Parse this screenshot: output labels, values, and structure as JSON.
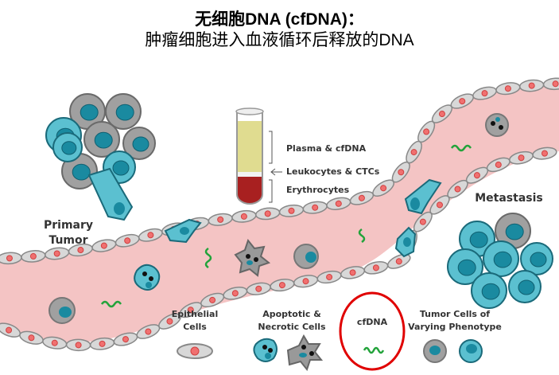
{
  "title": {
    "line1": "无细胞DNA (cfDNA)：",
    "line2": "肿瘤细胞进入血液循环后释放的DNA"
  },
  "labels": {
    "primary_tumor": [
      "Primary",
      "Tumor"
    ],
    "metastasis": "Metastasis",
    "tube": {
      "plasma": "Plasma & cfDNA",
      "leukocytes": "Leukocytes & CTCs",
      "erythrocytes": "Erythrocytes"
    }
  },
  "legend": {
    "epithelial": [
      "Epithelial",
      "Cells"
    ],
    "apoptotic": [
      "Apoptotic &",
      "Necrotic Cells"
    ],
    "cfdna": "cfDNA",
    "tumor_cells": [
      "Tumor Cells of",
      "Varying Phenotype"
    ]
  },
  "colors": {
    "vessel": "#f4c4c4",
    "cell_gray": "#a0a0a0",
    "cell_teal": "#5bc0d0",
    "nucleus_teal": "#1a8aa0",
    "dna": "#22a33a",
    "highlight": "#e00000",
    "plasma": "#e0dc90",
    "blood": "#a82020"
  }
}
